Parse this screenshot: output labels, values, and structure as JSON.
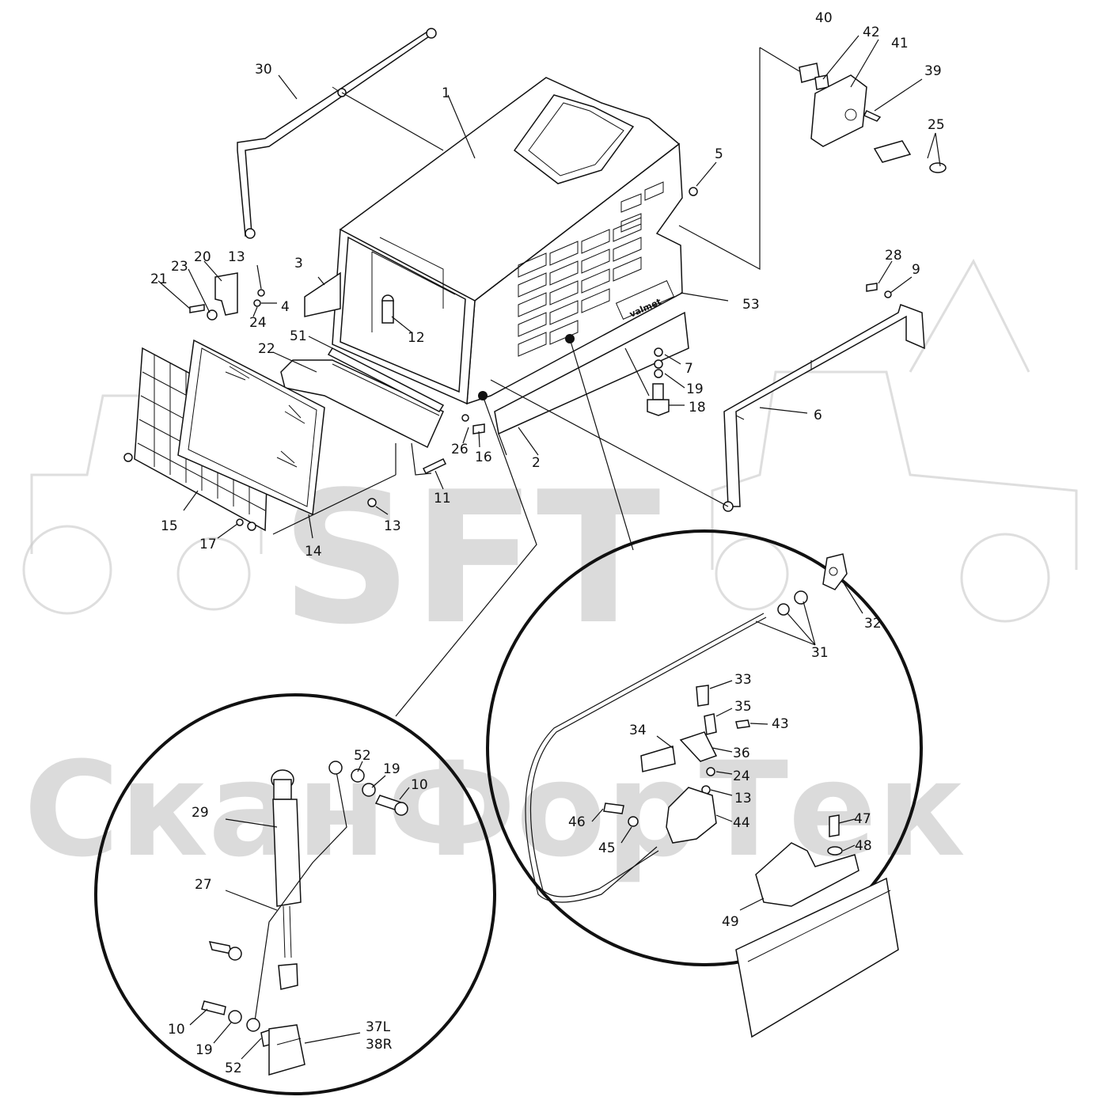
{
  "watermark": {
    "logo_text": "SFT",
    "brand_text": "СканФорТек"
  },
  "housing_logo": "valmet",
  "labels": {
    "l1": "1",
    "l2": "2",
    "l3": "3",
    "l4": "4",
    "l5": "5",
    "l6": "6",
    "l7": "7",
    "l9": "9",
    "l10a": "10",
    "l10b": "10",
    "l11": "11",
    "l12": "12",
    "l13a": "13",
    "l13b": "13",
    "l13c": "13",
    "l14": "14",
    "l15": "15",
    "l16": "16",
    "l17": "17",
    "l18": "18",
    "l19a": "19",
    "l19b": "19",
    "l19c": "19",
    "l20": "20",
    "l21": "21",
    "l22": "22",
    "l23": "23",
    "l24a": "24",
    "l24b": "24",
    "l25": "25",
    "l26": "26",
    "l27": "27",
    "l28": "28",
    "l29": "29",
    "l30": "30",
    "l31": "31",
    "l32": "32",
    "l33": "33",
    "l34": "34",
    "l35": "35",
    "l36": "36",
    "l37": "37L",
    "l38": "38R",
    "l39": "39",
    "l40": "40",
    "l41": "41",
    "l42": "42",
    "l43": "43",
    "l44": "44",
    "l45": "45",
    "l46": "46",
    "l47": "47",
    "l48": "48",
    "l49": "49",
    "l51": "51",
    "l52a": "52",
    "l52b": "52",
    "l53": "53"
  }
}
